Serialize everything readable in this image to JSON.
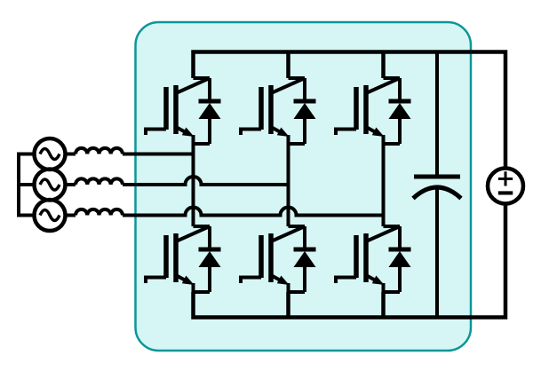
{
  "diagram_type": "circuit-schematic",
  "description": "Three-phase AC sources with line inductors feeding a six-IGBT bridge converter module (each switch with an antiparallel diode), DC-link polarized capacitor and DC voltage source on the right",
  "colors": {
    "background": "#ffffff",
    "line": "#000000",
    "box_fill": "#d5f6f5",
    "box_border": "#0c9698"
  },
  "dc_source": {
    "positive_label": "+",
    "negative_label": "−"
  },
  "components": {
    "ac_sources": [
      "ac-source-phase-a",
      "ac-source-phase-b",
      "ac-source-phase-c"
    ],
    "inductors": [
      "inductor-phase-a",
      "inductor-phase-b",
      "inductor-phase-c"
    ],
    "igbt_switches": [
      "igbt-top-leg1",
      "igbt-top-leg2",
      "igbt-top-leg3",
      "igbt-bottom-leg1",
      "igbt-bottom-leg2",
      "igbt-bottom-leg3"
    ],
    "antiparallel_diodes_per_igbt": 1,
    "dc_link_capacitor": "polarized-capacitor",
    "dc_source": "dc-voltage-source"
  }
}
